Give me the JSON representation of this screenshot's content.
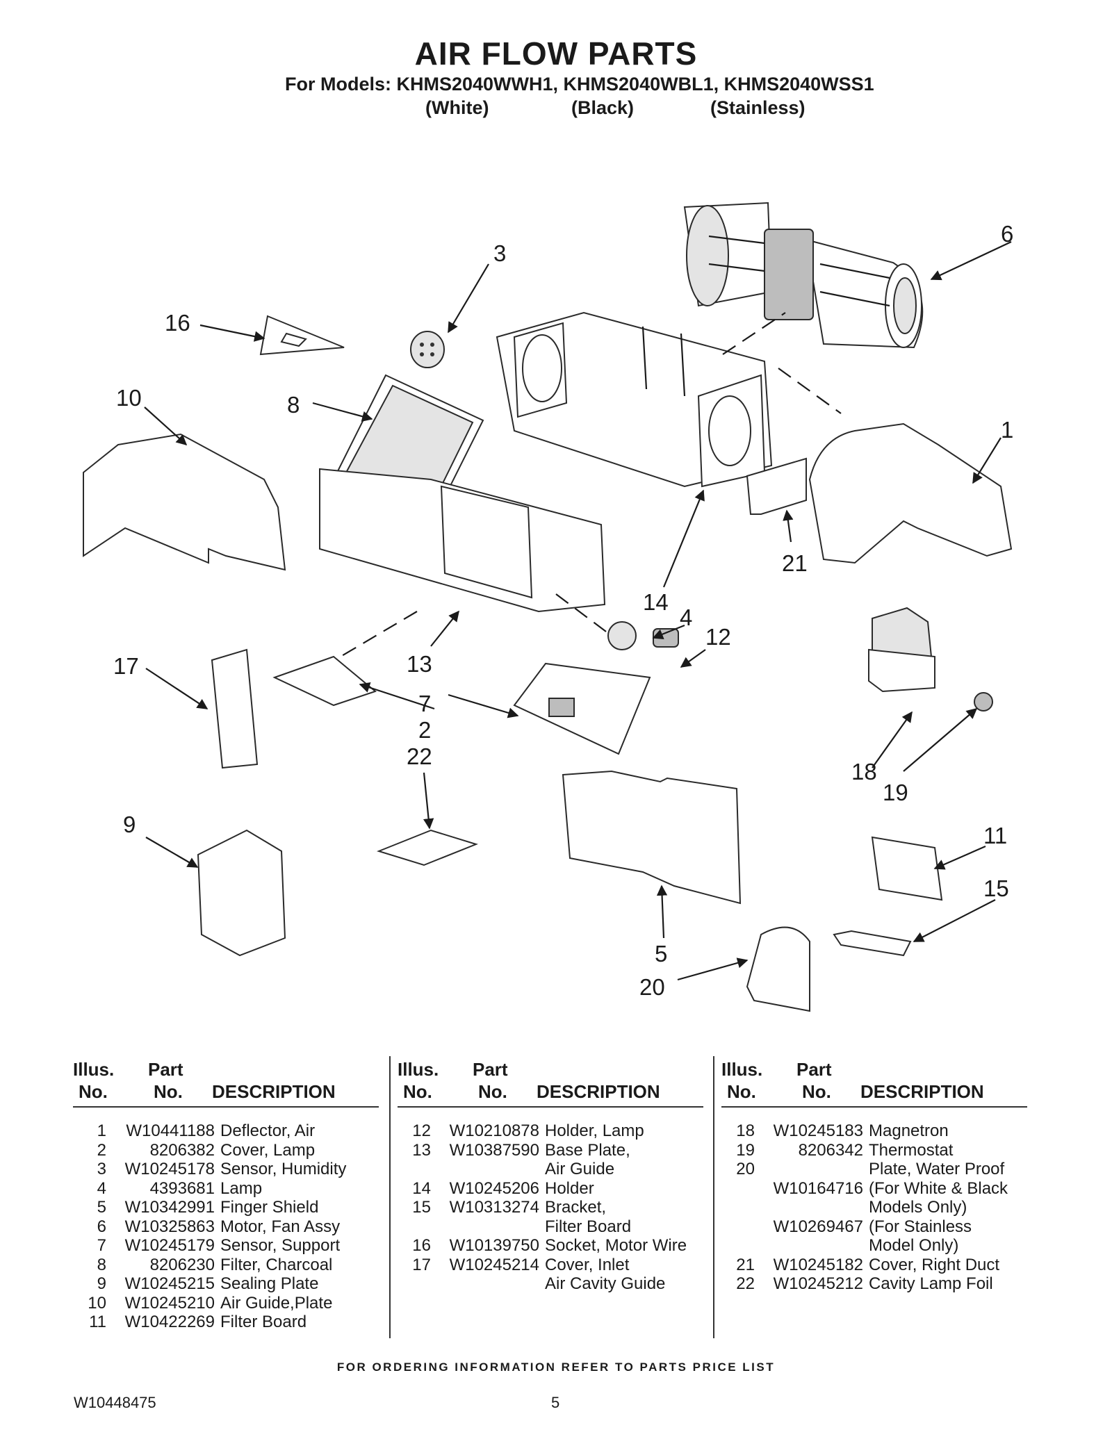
{
  "header": {
    "title": "AIR FLOW PARTS",
    "models_line": "For Models: KHMS2040WWH1, KHMS2040WBL1, KHMS2040WSS1",
    "colors": [
      "(White)",
      "(Black)",
      "(Stainless)"
    ]
  },
  "diagram": {
    "callouts": [
      "1",
      "2",
      "3",
      "4",
      "5",
      "6",
      "7",
      "8",
      "9",
      "10",
      "11",
      "12",
      "13",
      "14",
      "15",
      "16",
      "17",
      "18",
      "19",
      "20",
      "21",
      "22"
    ]
  },
  "table": {
    "headers": {
      "illus_line1": "Illus.",
      "illus_line2": "No.",
      "part_line1": "Part",
      "part_line2": "No.",
      "description": "DESCRIPTION"
    },
    "columns": [
      [
        {
          "no": "1",
          "part": "W10441188",
          "desc": "Deflector, Air"
        },
        {
          "no": "2",
          "part": "8206382",
          "desc": "Cover, Lamp"
        },
        {
          "no": "3",
          "part": "W10245178",
          "desc": "Sensor, Humidity"
        },
        {
          "no": "4",
          "part": "4393681",
          "desc": "Lamp"
        },
        {
          "no": "5",
          "part": "W10342991",
          "desc": "Finger Shield"
        },
        {
          "no": "6",
          "part": "W10325863",
          "desc": "Motor, Fan Assy"
        },
        {
          "no": "7",
          "part": "W10245179",
          "desc": "Sensor, Support"
        },
        {
          "no": "8",
          "part": "8206230",
          "desc": "Filter, Charcoal"
        },
        {
          "no": "9",
          "part": "W10245215",
          "desc": "Sealing Plate"
        },
        {
          "no": "10",
          "part": "W10245210",
          "desc": "Air Guide,Plate"
        },
        {
          "no": "11",
          "part": "W10422269",
          "desc": "Filter Board"
        }
      ],
      [
        {
          "no": "12",
          "part": "W10210878",
          "desc": "Holder, Lamp"
        },
        {
          "no": "13",
          "part": "W10387590",
          "desc": "Base Plate,"
        },
        {
          "no": "",
          "part": "",
          "desc": " Air Guide"
        },
        {
          "no": "14",
          "part": "W10245206",
          "desc": "Holder"
        },
        {
          "no": "15",
          "part": "W10313274",
          "desc": "Bracket,"
        },
        {
          "no": "",
          "part": "",
          "desc": "Filter Board"
        },
        {
          "no": "16",
          "part": "W10139750",
          "desc": "Socket, Motor Wire"
        },
        {
          "no": "17",
          "part": "W10245214",
          "desc": "Cover, Inlet"
        },
        {
          "no": "",
          "part": "",
          "desc": " Air Cavity Guide"
        }
      ],
      [
        {
          "no": "18",
          "part": "W10245183",
          "desc": "Magnetron"
        },
        {
          "no": "19",
          "part": "8206342",
          "desc": "Thermostat"
        },
        {
          "no": "20",
          "part": "",
          "desc": "Plate, Water Proof"
        },
        {
          "no": "",
          "part": "W10164716",
          "desc": "(For White & Black"
        },
        {
          "no": "",
          "part": "",
          "desc": "Models Only)"
        },
        {
          "no": "",
          "part": "W10269467",
          "desc": "(For Stainless"
        },
        {
          "no": "",
          "part": "",
          "desc": "Model Only)"
        },
        {
          "no": "21",
          "part": "W10245182",
          "desc": "Cover, Right Duct"
        },
        {
          "no": "22",
          "part": "W10245212",
          "desc": "Cavity Lamp Foil"
        }
      ]
    ]
  },
  "footer": {
    "ordering_note": "FOR ORDERING INFORMATION REFER TO PARTS PRICE LIST",
    "doc_number": "W10448475",
    "page_number": "5"
  }
}
